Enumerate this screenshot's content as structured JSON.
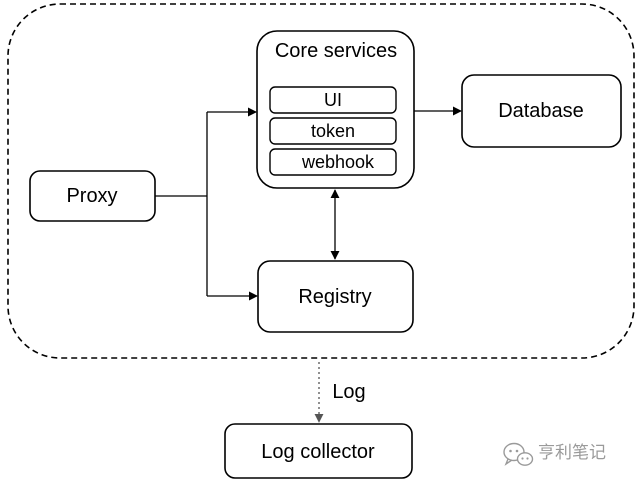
{
  "nodes": {
    "core_services": "Core services",
    "ui": "UI",
    "token": "token",
    "webhook": "webhook",
    "database": "Database",
    "proxy": "Proxy",
    "registry": "Registry",
    "log_collector": "Log collector"
  },
  "edges": {
    "log_label": "Log"
  },
  "watermark": {
    "text": "亨利笔记",
    "icon": "wechat-icon",
    "color": "#9a9a9a"
  }
}
